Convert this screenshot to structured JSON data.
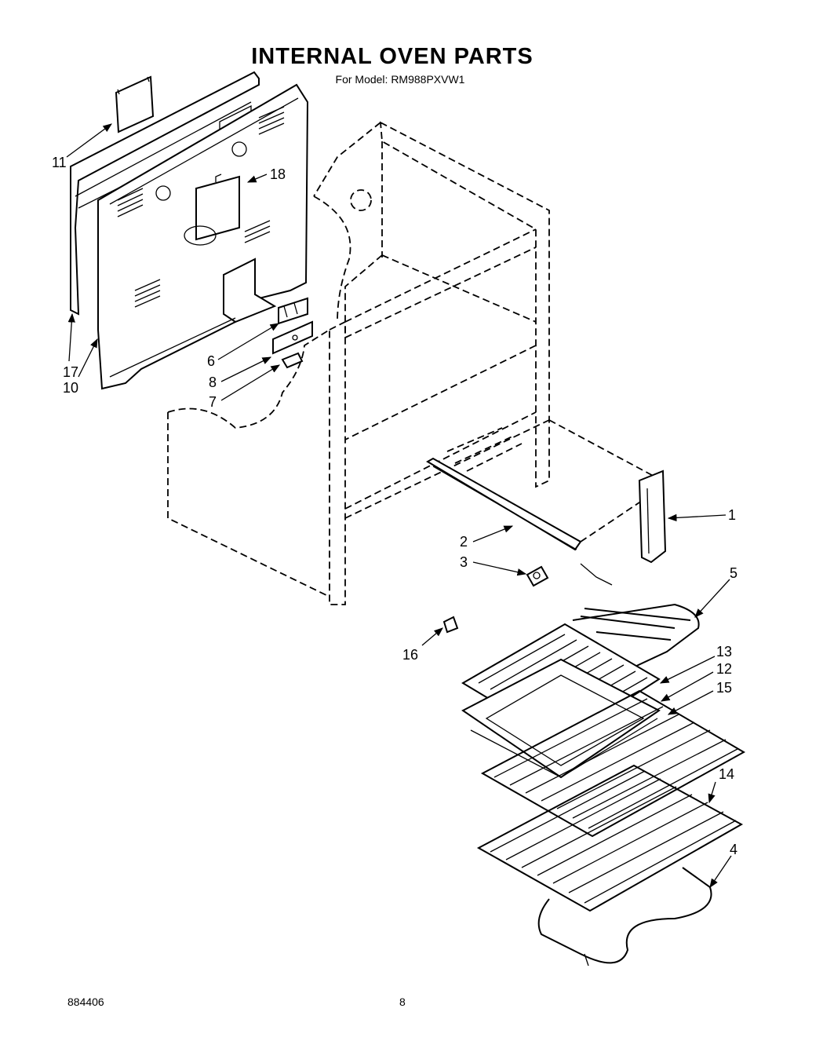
{
  "header": {
    "title": "INTERNAL OVEN PARTS",
    "subtitle": "For Model: RM988PXVW1"
  },
  "footer": {
    "doc_number": "884406",
    "page_number": "8"
  },
  "callouts": {
    "c1": "1",
    "c2": "2",
    "c3": "3",
    "c4": "4",
    "c5": "5",
    "c6": "6",
    "c7": "7",
    "c8": "8",
    "c10": "10",
    "c11": "11",
    "c12": "12",
    "c13": "13",
    "c14": "14",
    "c15": "15",
    "c16": "16",
    "c17": "17",
    "c18": "18"
  }
}
